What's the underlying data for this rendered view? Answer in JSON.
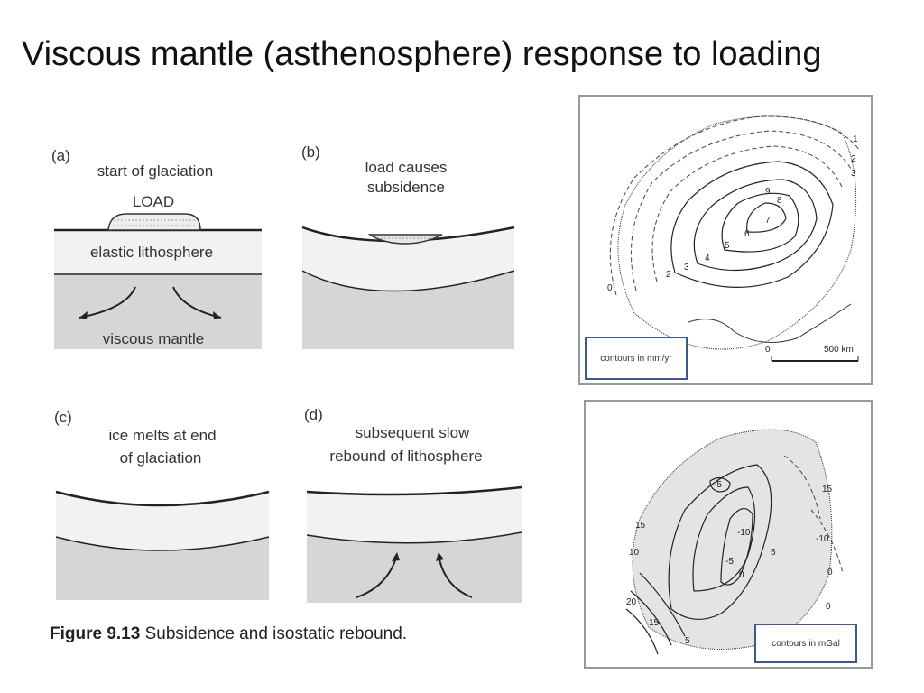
{
  "title": "Viscous mantle (asthenosphere) response to loading",
  "diagram": {
    "panel_a": {
      "letter": "(a)",
      "heading": "start of glaciation",
      "load": "LOAD",
      "litho": "elastic lithosphere",
      "mantle": "viscous mantle"
    },
    "panel_b": {
      "letter": "(b)",
      "heading_1": "load causes",
      "heading_2": "subsidence"
    },
    "panel_c": {
      "letter": "(c)",
      "heading_1": "ice melts at end",
      "heading_2": "of glaciation"
    },
    "panel_d": {
      "letter": "(d)",
      "heading_1": "subsequent slow",
      "heading_2": "rebound of lithosphere"
    },
    "caption_bold": "Figure 9.13",
    "caption_text": "Subsidence and isostatic rebound."
  },
  "map_top": {
    "legend": "contours in mm/yr",
    "scale_start": "0",
    "scale_end": "500 km",
    "contour_labels": [
      "0",
      "2",
      "3",
      "4",
      "5",
      "6",
      "7",
      "8",
      "9",
      "1",
      "2",
      "3"
    ]
  },
  "map_bottom": {
    "legend": "contours in mGal",
    "contour_labels": [
      "-5",
      "-10",
      "-5",
      "0",
      "5",
      "10",
      "15",
      "20",
      "15",
      "-10",
      "0",
      "15",
      "0",
      "5"
    ]
  },
  "colors": {
    "mantle": "#d6d6d6",
    "litho": "#f2f2f2",
    "legend_border": "#3c5a87"
  }
}
